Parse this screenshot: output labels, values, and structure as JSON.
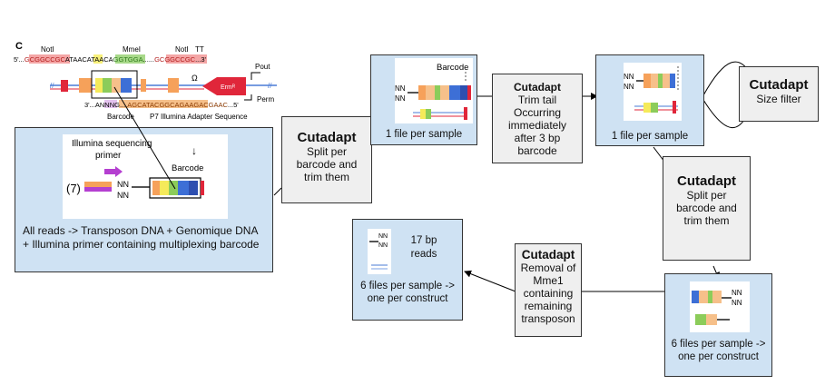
{
  "panel_c": {
    "label": "C",
    "enzymes": [
      "NotI",
      "MmeI",
      "NotI",
      "TT"
    ],
    "top_seq_prefix": "5'...",
    "top_seq_a": "GCGGCCGC",
    "top_seq_b": "ATAACA",
    "top_seq_c": "TA",
    "top_seq_d": "ACA",
    "top_seq_e": "GGTGGA",
    "top_seq_dots": "......",
    "top_seq_f": "GCGGCCGC",
    "top_seq_suffix": "...3'",
    "bot_seq_prefix": "3'...",
    "bot_seq_a": "ANNNG",
    "bot_seq_dots": "....",
    "bot_seq_b": "AGCATACGGCAGAAGACGAAC",
    "bot_seq_suffix": "...5'",
    "barcode_label": "Barcode",
    "adapter_label": "P7 Illumina Adapter Sequence",
    "omega": "Ω",
    "erm_label": "Ermᴿ",
    "p_out": "Pout",
    "p_erm": "Perm"
  },
  "reads_box": {
    "inner_title": "Illumina sequencing",
    "inner_primer": "primer",
    "inner_number": "(7)",
    "inner_nn": "NN",
    "inner_barcode": "Barcode",
    "caption": "All reads -> Transposon DNA + Genomique DNA + Illumina primer containing multiplexing barcode"
  },
  "step1": {
    "title": "Cutadapt",
    "text": "Split per barcode and trim them"
  },
  "sample_box_1": {
    "barcode": "Barcode",
    "nn": "NN",
    "caption": "1 file per sample"
  },
  "step2": {
    "title": "Cutadapt",
    "text": "Trim tail Occurring immediately after 3 bp barcode"
  },
  "sample_box_2": {
    "nn": "NN",
    "caption": "1 file per sample"
  },
  "step3": {
    "title": "Cutadapt",
    "text": "Size filter"
  },
  "step4": {
    "title": "Cutadapt",
    "text": "Split per barcode and trim them"
  },
  "construct_box": {
    "nn": "NN",
    "caption": "6 files per sample -> one per construct"
  },
  "step5": {
    "title": "Cutadapt",
    "text": "Removal of Mme1 containing remaining transposon"
  },
  "final_box": {
    "nn": "NN",
    "reads": "17 bp reads",
    "caption": "6 files per sample -> one per construct"
  },
  "colors": {
    "box_blue": "#cfe2f3",
    "box_grey": "#efefef",
    "seg_orange": "#f6a15a",
    "seg_yellow": "#f5ea5a",
    "seg_green": "#8ccc5a",
    "seg_blue": "#3d6fd6",
    "seg_red": "#e0263a",
    "primer_purple": "#b43fd0"
  }
}
